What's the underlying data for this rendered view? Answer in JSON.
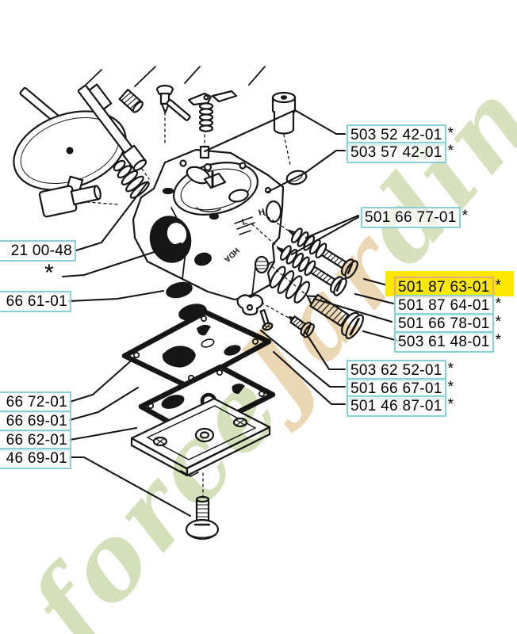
{
  "labels": {
    "right": [
      {
        "text": "503 52 42-01",
        "star": "*"
      },
      {
        "text": "503 57 42-01",
        "star": "*"
      },
      {
        "text": "501 66 77-01",
        "star": "*"
      },
      {
        "text": "501 87 63-01",
        "star": "*"
      },
      {
        "text": "501 87 64-01",
        "star": "*"
      },
      {
        "text": "501 66 78-01",
        "star": "*"
      },
      {
        "text": "503 61 48-01",
        "star": "*"
      },
      {
        "text": "503 62 52-01",
        "star": "*"
      },
      {
        "text": "501 66 67-01",
        "star": "*"
      },
      {
        "text": "501 46 87-01",
        "star": "*"
      }
    ],
    "left": [
      {
        "text": "21 00-48"
      },
      {
        "text": "66 61-01"
      },
      {
        "text": "66 72-01"
      },
      {
        "text": "66 69-01"
      },
      {
        "text": "66 62-01"
      },
      {
        "text": "46 69-01"
      }
    ],
    "lone_star": "*"
  },
  "highlight": {
    "background": "#ffe800",
    "box_border": "#f0a584"
  },
  "label_box_border": "#86d0da",
  "line_color": "#161616",
  "body_markings": {
    "h": "H",
    "l": "L",
    "brand": "HDA"
  },
  "watermark": {
    "p1": "force",
    "p2": "Jar",
    "p3": "din",
    "p4": ".com",
    "green": "#93b14e",
    "tan": "#cf9a42",
    "pale": "#d5c5ab"
  }
}
